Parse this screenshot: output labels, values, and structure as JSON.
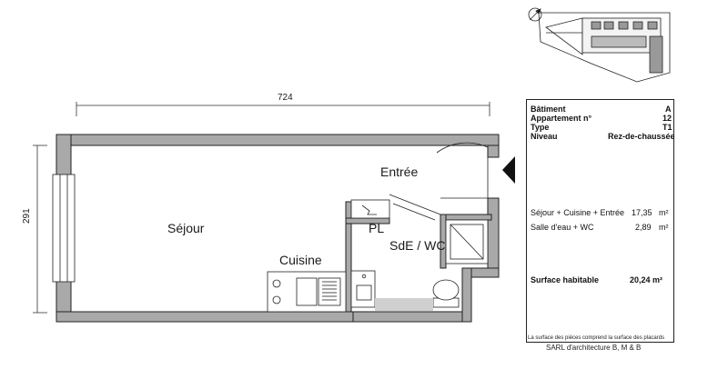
{
  "dimensions": {
    "width": "724",
    "height": "291"
  },
  "rooms": {
    "sejour": "Séjour",
    "entree": "Entrée",
    "cuisine": "Cuisine",
    "placard": "PL",
    "sde_wc": "SdE / WC"
  },
  "info": {
    "batiment_label": "Bâtiment",
    "batiment_value": "A",
    "appartement_label": "Appartement n°",
    "appartement_value": "12",
    "type_label": "Type",
    "type_value": "T1",
    "niveau_label": "Niveau",
    "niveau_value": "Rez-de-chaussée"
  },
  "areas": [
    {
      "label": "Séjour + Cuisine + Entrée",
      "value": "17,35",
      "unit": "m²"
    },
    {
      "label": "Salle d'eau + WC",
      "value": "2,89",
      "unit": "m²"
    }
  ],
  "total": {
    "label": "Surface habitable",
    "value": "20,24 m²"
  },
  "footer": {
    "note": "La surface des pièces comprend la surface des placards",
    "architect": "SARL d'architecture B, M & B"
  },
  "colors": {
    "wall": "#a9a9a9",
    "line": "#222222",
    "fixture": "#555555"
  },
  "icons": {
    "compass": "compass-north-icon",
    "entrance": "entrance-arrow-icon"
  }
}
